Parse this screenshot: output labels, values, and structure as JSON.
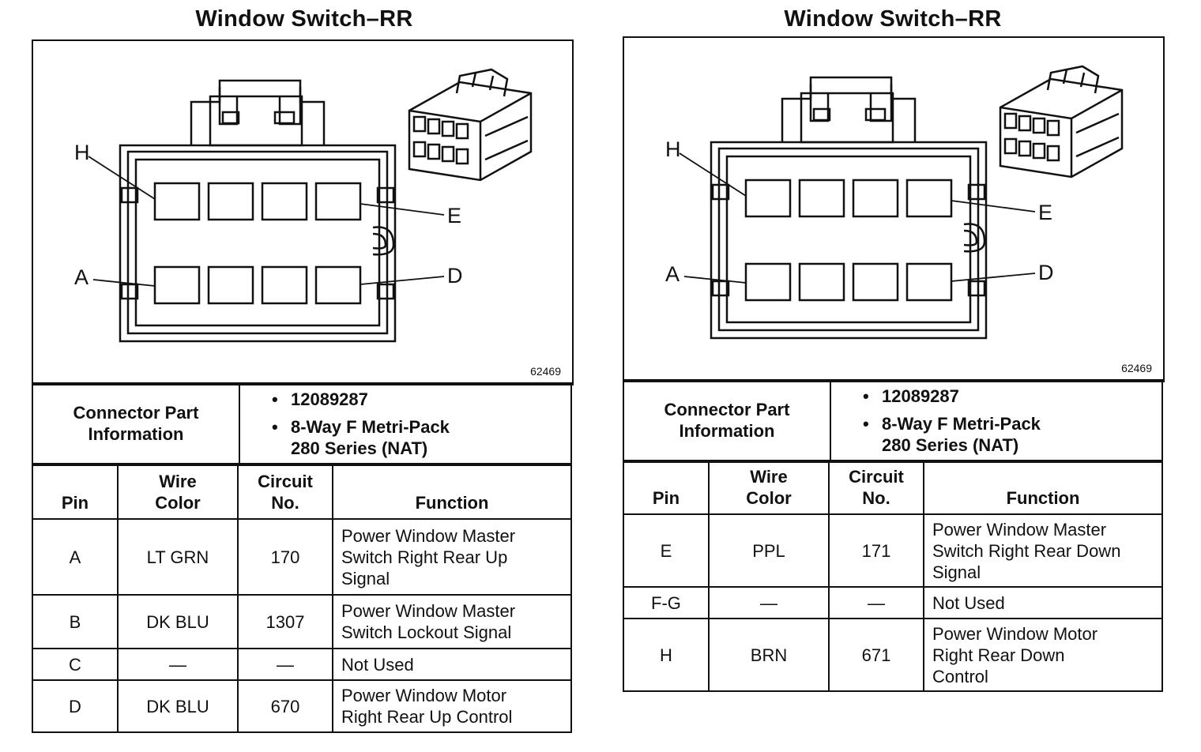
{
  "panels": [
    {
      "title": "Window Switch–RR",
      "figure_number": "62469",
      "pin_labels": {
        "top_left": "H",
        "top_right": "E",
        "bottom_left": "A",
        "bottom_right": "D"
      },
      "connector_info": {
        "label_line1": "Connector Part",
        "label_line2": "Information",
        "bullet": "•",
        "part_number": "12089287",
        "desc_line1": "8-Way F Metri-Pack",
        "desc_line2": "280 Series (NAT)"
      },
      "headers": {
        "pin": "Pin",
        "wire_line1": "Wire",
        "wire_line2": "Color",
        "circuit_line1": "Circuit",
        "circuit_line2": "No.",
        "function": "Function"
      },
      "rows": [
        {
          "pin": "A",
          "color": "LT GRN",
          "circuit": "170",
          "f1": "Power Window Master",
          "f2": "Switch Right Rear Up",
          "f3": "Signal"
        },
        {
          "pin": "B",
          "color": "DK BLU",
          "circuit": "1307",
          "f1": "Power Window Master",
          "f2": "Switch Lockout Signal",
          "f3": ""
        },
        {
          "pin": "C",
          "color": "—",
          "circuit": "—",
          "f1": "Not Used",
          "f2": "",
          "f3": ""
        },
        {
          "pin": "D",
          "color": "DK BLU",
          "circuit": "670",
          "f1": "Power Window Motor",
          "f2": "Right Rear Up Control",
          "f3": ""
        }
      ]
    },
    {
      "title": "Window Switch–RR",
      "figure_number": "62469",
      "pin_labels": {
        "top_left": "H",
        "top_right": "E",
        "bottom_left": "A",
        "bottom_right": "D"
      },
      "connector_info": {
        "label_line1": "Connector Part",
        "label_line2": "Information",
        "bullet": "•",
        "part_number": "12089287",
        "desc_line1": "8-Way F Metri-Pack",
        "desc_line2": "280 Series (NAT)"
      },
      "headers": {
        "pin": "Pin",
        "wire_line1": "Wire",
        "wire_line2": "Color",
        "circuit_line1": "Circuit",
        "circuit_line2": "No.",
        "function": "Function"
      },
      "rows": [
        {
          "pin": "E",
          "color": "PPL",
          "circuit": "171",
          "f1": "Power Window Master",
          "f2": "Switch Right Rear Down",
          "f3": "Signal"
        },
        {
          "pin": "F-G",
          "color": "—",
          "circuit": "—",
          "f1": "Not Used",
          "f2": "",
          "f3": ""
        },
        {
          "pin": "H",
          "color": "BRN",
          "circuit": "671",
          "f1": "Power Window Motor",
          "f2": "Right Rear Down",
          "f3": "Control"
        }
      ]
    }
  ]
}
